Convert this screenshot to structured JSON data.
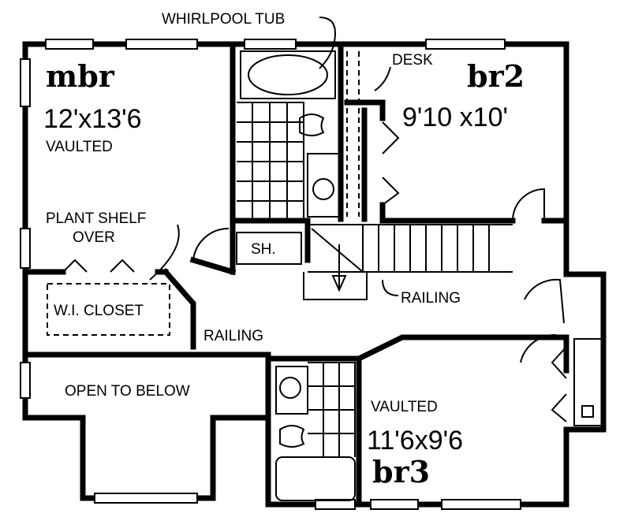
{
  "plan": {
    "colors": {
      "ink": "#000000",
      "paper": "#ffffff"
    },
    "labels": {
      "whirlpool_tub": "WHIRLPOOL TUB",
      "desk": "DESK",
      "mbr_name": "mbr",
      "mbr_size": "12'x13'6",
      "mbr_note": "VAULTED",
      "br2_name": "br2",
      "br2_size": "9'10 x10'",
      "plant_shelf_line1": "PLANT SHELF",
      "plant_shelf_line2": "OVER",
      "shower": "SH.",
      "closet": "W.I. CLOSET",
      "railing_upper": "RAILING",
      "railing_lower": "RAILING",
      "open_to_below": "OPEN TO BELOW",
      "br3_note": "VAULTED",
      "br3_size": "11'6x9'6",
      "br3_name": "br3"
    }
  }
}
